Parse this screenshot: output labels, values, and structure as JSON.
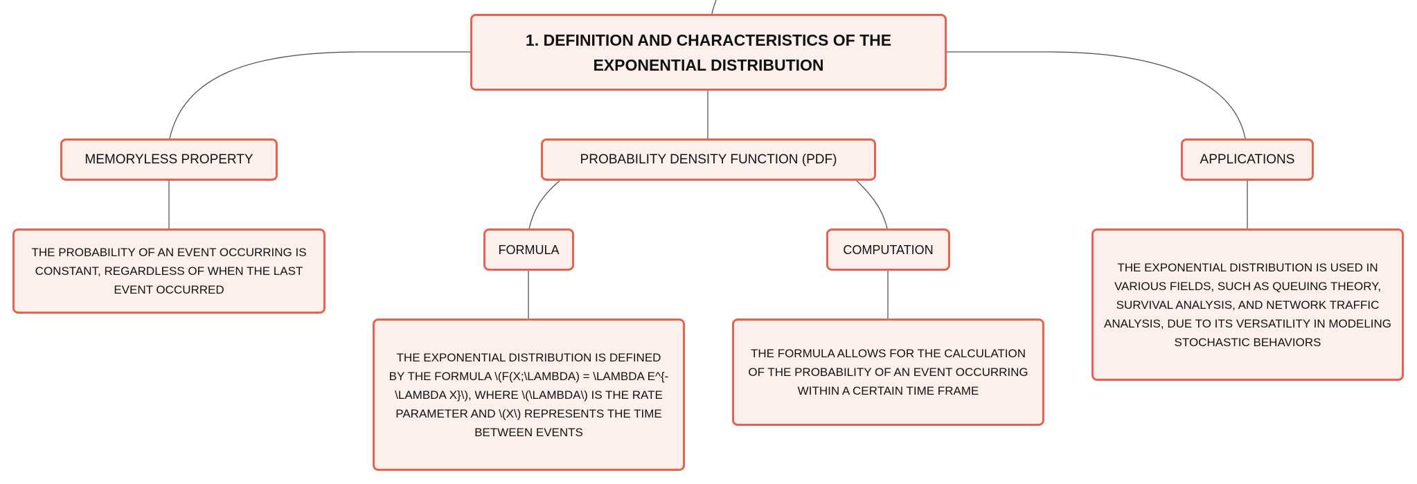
{
  "diagram": {
    "root": {
      "label": "1. DEFINITION AND CHARACTERISTICS OF THE EXPONENTIAL DISTRIBUTION"
    },
    "memoryless": {
      "label": "MEMORYLESS PROPERTY",
      "description": "THE PROBABILITY OF AN EVENT OCCURRING IS CONSTANT, REGARDLESS OF WHEN THE LAST EVENT OCCURRED"
    },
    "pdf": {
      "label": "PROBABILITY DENSITY FUNCTION (PDF)",
      "formula": {
        "label": "FORMULA",
        "description": "THE EXPONENTIAL DISTRIBUTION IS DEFINED BY THE FORMULA \\(F(X;\\LAMBDA) = \\LAMBDA E^{-\\LAMBDA X}\\), WHERE \\(\\LAMBDA\\) IS THE RATE PARAMETER AND \\(X\\) REPRESENTS THE TIME BETWEEN EVENTS"
      },
      "computation": {
        "label": "COMPUTATION",
        "description": "THE FORMULA ALLOWS FOR THE CALCULATION OF THE PROBABILITY OF AN EVENT OCCURRING WITHIN A CERTAIN TIME FRAME"
      }
    },
    "applications": {
      "label": "APPLICATIONS",
      "description": "THE EXPONENTIAL DISTRIBUTION IS USED IN VARIOUS FIELDS, SUCH AS QUEUING THEORY, SURVIVAL ANALYSIS, AND NETWORK TRAFFIC ANALYSIS, DUE TO ITS VERSATILITY IN MODELING STOCHASTIC BEHAVIORS"
    }
  },
  "colors": {
    "node_fill": "#fdf0ec",
    "node_border": "#e8624d",
    "connector": "#555555",
    "text": "#111111"
  }
}
